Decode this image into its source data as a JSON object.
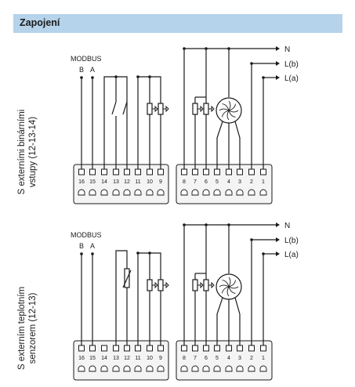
{
  "header": {
    "title": "Zapojení"
  },
  "sections": [
    {
      "side_label_line1": "S externími binárními",
      "side_label_line2": "vstupy (12-13-14)"
    },
    {
      "side_label_line1": "S externím teplotním",
      "side_label_line2": "senzorem (12-13)"
    }
  ],
  "labels": {
    "modbus": "MODBUS",
    "b": "B",
    "a": "A",
    "n": "N",
    "lb": "L(b)",
    "la": "L(a)"
  },
  "terminals_left": [
    "16",
    "15",
    "14",
    "13",
    "12",
    "11",
    "10",
    "9"
  ],
  "terminals_right": [
    "8",
    "7",
    "6",
    "5",
    "4",
    "3",
    "2",
    "1"
  ],
  "colors": {
    "header": "#b5d3ea",
    "line": "#1a1a1a",
    "block": "#f4f4f4"
  }
}
